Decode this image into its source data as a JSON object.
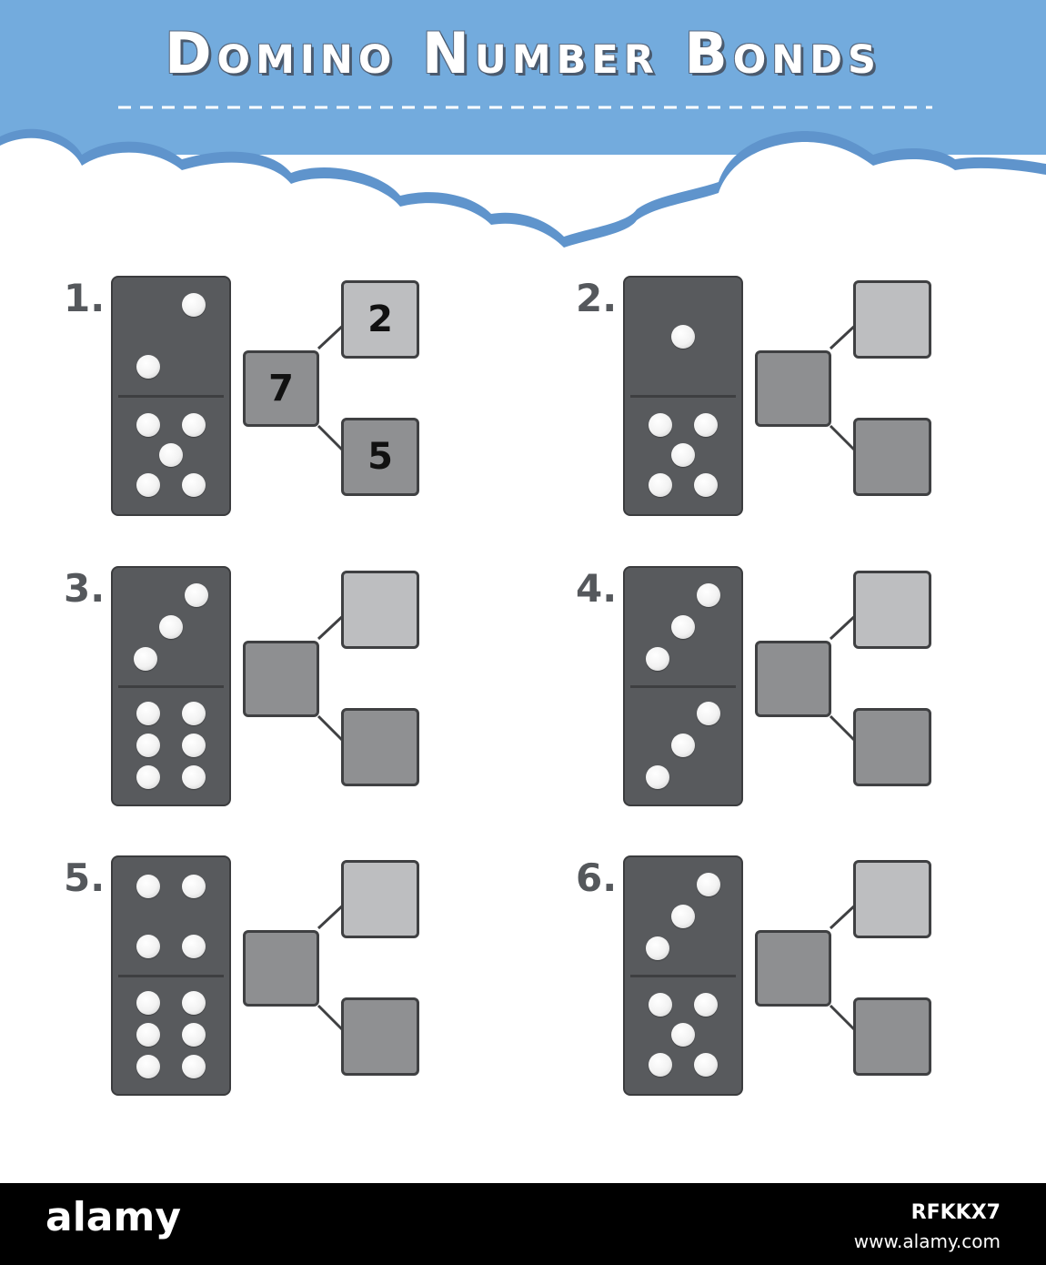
{
  "header": {
    "title": "Domino Number Bonds",
    "sky_color": "#73abdd",
    "cloud_color": "#ffffff"
  },
  "problems": [
    {
      "label": "1.",
      "top_pips": 2,
      "bottom_pips": 5,
      "whole": "7",
      "part_top": "2",
      "part_bottom": "5"
    },
    {
      "label": "2.",
      "top_pips": 1,
      "bottom_pips": 5,
      "whole": "",
      "part_top": "",
      "part_bottom": ""
    },
    {
      "label": "3.",
      "top_pips": 3,
      "bottom_pips": 6,
      "whole": "",
      "part_top": "",
      "part_bottom": ""
    },
    {
      "label": "4.",
      "top_pips": 3,
      "bottom_pips": 3,
      "whole": "",
      "part_top": "",
      "part_bottom": ""
    },
    {
      "label": "5.",
      "top_pips": 4,
      "bottom_pips": 6,
      "whole": "",
      "part_top": "",
      "part_bottom": ""
    },
    {
      "label": "6.",
      "top_pips": 3,
      "bottom_pips": 5,
      "whole": "",
      "part_top": "",
      "part_bottom": ""
    }
  ],
  "footer": {
    "brand": "alamy",
    "image_id": "RFKKX7",
    "site": "www.alamy.com"
  },
  "colors": {
    "domino": "#585a5d",
    "box_light": "#bdbec0",
    "box_dark": "#8f9092"
  }
}
